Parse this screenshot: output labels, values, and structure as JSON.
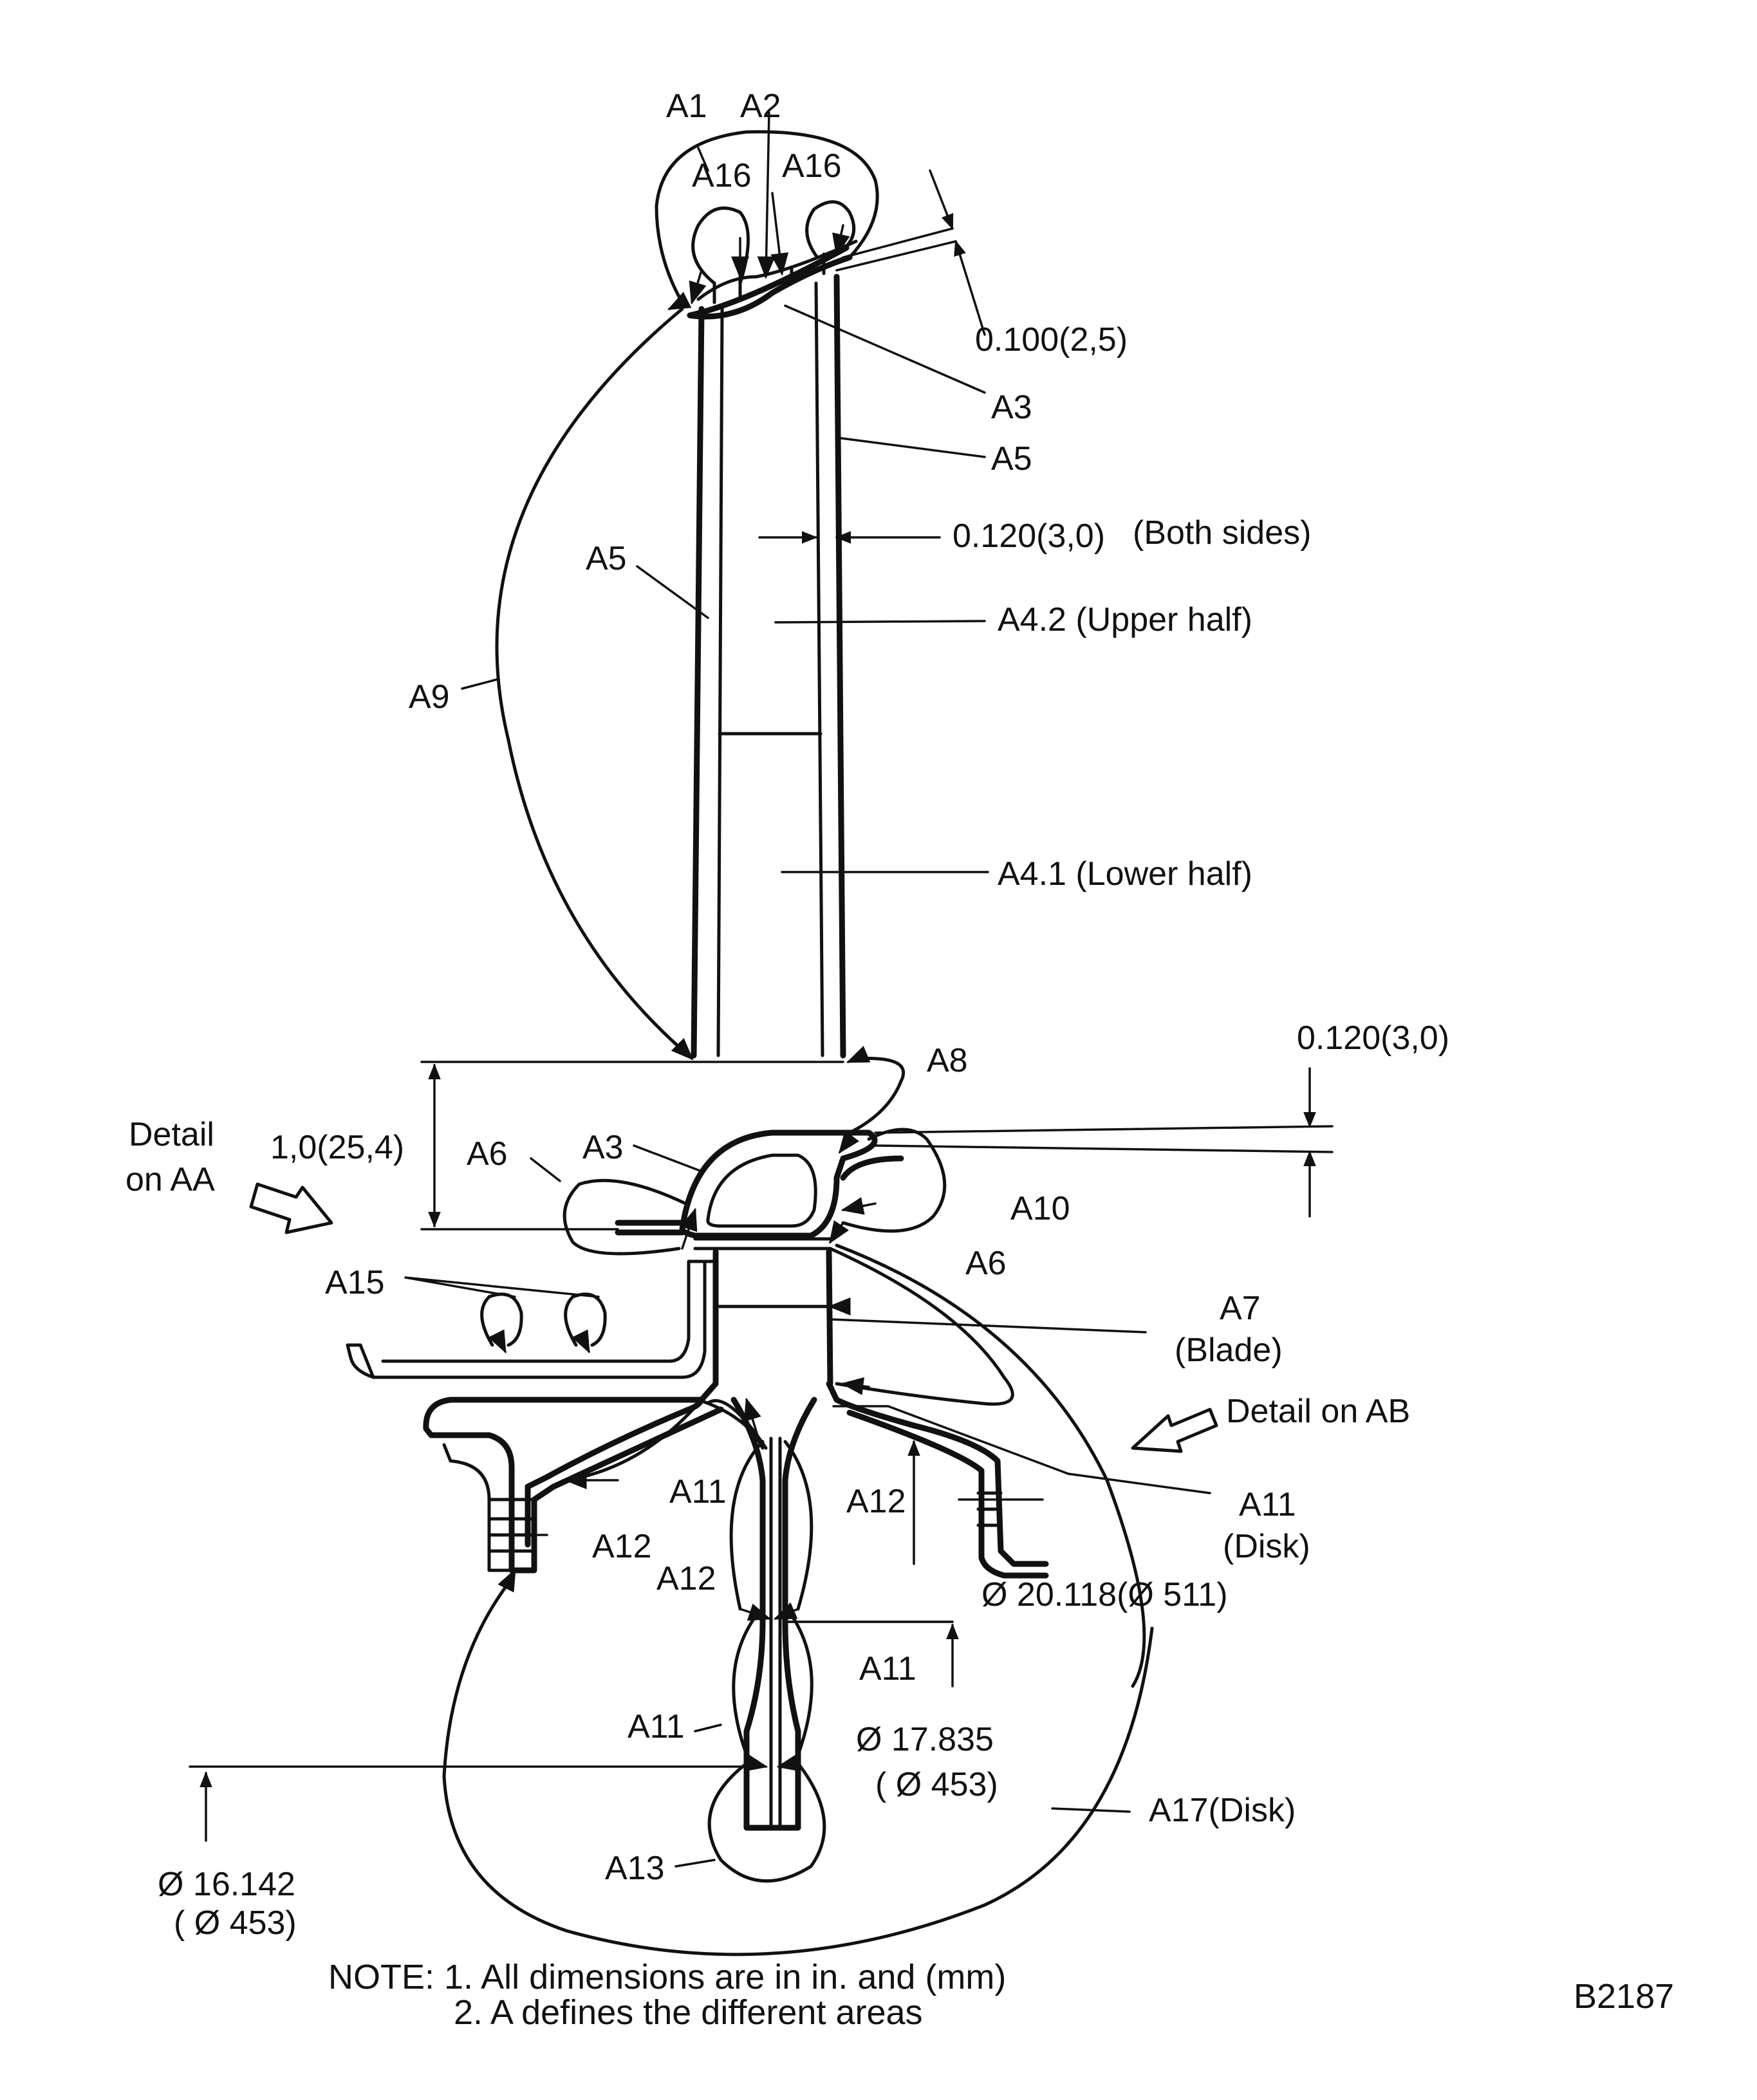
{
  "labels": {
    "a1": "A1",
    "a2": "A2",
    "a16_left": "A16",
    "a16_right": "A16",
    "dim_top": "0.100(2,5)",
    "a3_top": "A3",
    "a5_right": "A5",
    "dim_both_sides": "0.120(3,0)",
    "both_sides": "(Both sides)",
    "a5_left": "A5",
    "a4_2": "A4.2 (Upper half)",
    "a9": "A9",
    "a4_1": "A4.1 (Lower half)",
    "dim_root": "0.120(3,0)",
    "a8": "A8",
    "detail_aa_1": "Detail",
    "detail_aa_2": "on AA",
    "dim_height": "1,0(25,4)",
    "a6_left": "A6",
    "a3_root": "A3",
    "a10": "A10",
    "a6_right": "A6",
    "a15": "A15",
    "a7": "A7",
    "blade": "(Blade)",
    "detail_ab": "Detail on AB",
    "a11_disk": "A11",
    "disk": "(Disk)",
    "a11_mid": "A11",
    "a12_right": "A12",
    "a12_left": "A12",
    "a12_center": "A12",
    "dia_20": "Ø 20.118(Ø 511)",
    "a11_lower_right": "A11",
    "a11_lower_left": "A11",
    "dia_17": "Ø 17.835",
    "dia_17_mm": "( Ø 453)",
    "a17": "A17(Disk)",
    "a13": "A13",
    "dia_16": "Ø 16.142",
    "dia_16_mm": "( Ø 453)",
    "note_1": "NOTE: 1. All dimensions are in in. and (mm)",
    "note_2": "2. A defines the different areas",
    "figure_id": "B2187"
  }
}
